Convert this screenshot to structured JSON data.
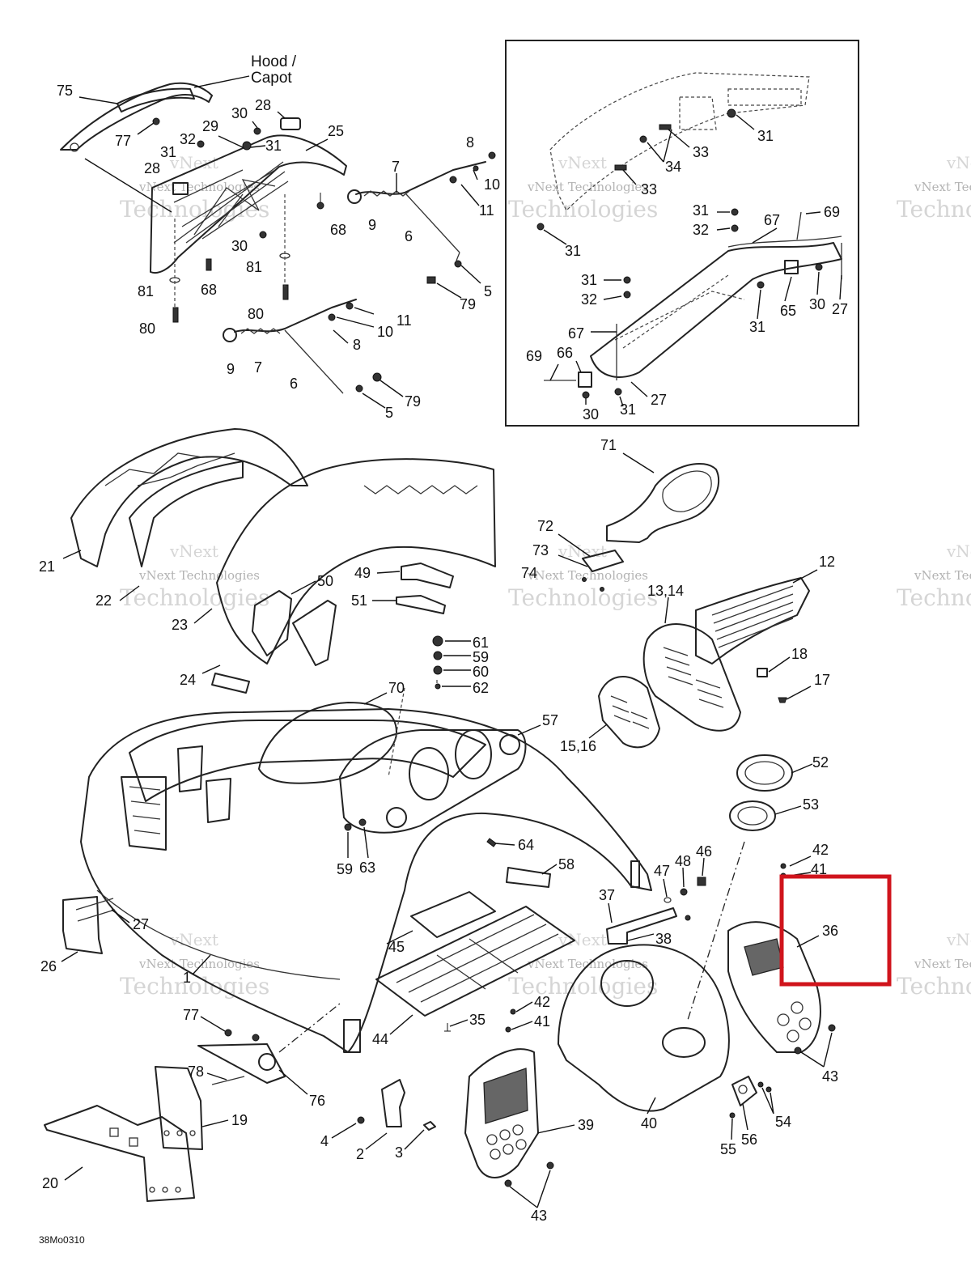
{
  "diagram": {
    "hood_label_line1": "Hood /",
    "hood_label_line2": "Capot",
    "drawing_code": "38Mo0310",
    "watermark_line1": "vNext",
    "watermark_line2": "vNext Technologies",
    "watermark_line3": "Technologies",
    "highlight_color": "#d0141c",
    "highlighted_part": "36",
    "callouts": [
      {
        "id": "c75",
        "text": "75"
      },
      {
        "id": "c77a",
        "text": "77"
      },
      {
        "id": "c30a",
        "text": "30"
      },
      {
        "id": "c28a",
        "text": "28"
      },
      {
        "id": "c32a",
        "text": "32"
      },
      {
        "id": "c29",
        "text": "29"
      },
      {
        "id": "c31a",
        "text": "31"
      },
      {
        "id": "c31b",
        "text": "31"
      },
      {
        "id": "c25",
        "text": "25"
      },
      {
        "id": "c28b",
        "text": "28"
      },
      {
        "id": "c68a",
        "text": "68"
      },
      {
        "id": "c30b",
        "text": "30"
      },
      {
        "id": "c81a",
        "text": "81"
      },
      {
        "id": "c81b",
        "text": "81"
      },
      {
        "id": "c68b",
        "text": "68"
      },
      {
        "id": "c80a",
        "text": "80"
      },
      {
        "id": "c80b",
        "text": "80"
      },
      {
        "id": "c7a",
        "text": "7"
      },
      {
        "id": "c9a",
        "text": "9"
      },
      {
        "id": "c6a",
        "text": "6"
      },
      {
        "id": "c8a",
        "text": "8"
      },
      {
        "id": "c10a",
        "text": "10"
      },
      {
        "id": "c11a",
        "text": "11"
      },
      {
        "id": "c5a",
        "text": "5"
      },
      {
        "id": "c79a",
        "text": "79"
      },
      {
        "id": "c11b",
        "text": "11"
      },
      {
        "id": "c10b",
        "text": "10"
      },
      {
        "id": "c8b",
        "text": "8"
      },
      {
        "id": "c9b",
        "text": "9"
      },
      {
        "id": "c7b",
        "text": "7"
      },
      {
        "id": "c6b",
        "text": "6"
      },
      {
        "id": "c79b",
        "text": "79"
      },
      {
        "id": "c5b",
        "text": "5"
      },
      {
        "id": "c31c",
        "text": "31"
      },
      {
        "id": "c33a",
        "text": "33"
      },
      {
        "id": "c34",
        "text": "34"
      },
      {
        "id": "c33b",
        "text": "33"
      },
      {
        "id": "c31d",
        "text": "31"
      },
      {
        "id": "c31e",
        "text": "31"
      },
      {
        "id": "c32b",
        "text": "32"
      },
      {
        "id": "c67a",
        "text": "67"
      },
      {
        "id": "c69a",
        "text": "69"
      },
      {
        "id": "c31f",
        "text": "31"
      },
      {
        "id": "c32c",
        "text": "32"
      },
      {
        "id": "c65",
        "text": "65"
      },
      {
        "id": "c30c",
        "text": "30"
      },
      {
        "id": "c27a",
        "text": "27"
      },
      {
        "id": "c31g",
        "text": "31"
      },
      {
        "id": "c67b",
        "text": "67"
      },
      {
        "id": "c69b",
        "text": "69"
      },
      {
        "id": "c66",
        "text": "66"
      },
      {
        "id": "c27b",
        "text": "27"
      },
      {
        "id": "c30d",
        "text": "30"
      },
      {
        "id": "c31h",
        "text": "31"
      },
      {
        "id": "c71",
        "text": "71"
      },
      {
        "id": "c72",
        "text": "72"
      },
      {
        "id": "c73",
        "text": "73"
      },
      {
        "id": "c74",
        "text": "74"
      },
      {
        "id": "c12",
        "text": "12"
      },
      {
        "id": "c1314",
        "text": "13,14"
      },
      {
        "id": "c18",
        "text": "18"
      },
      {
        "id": "c17",
        "text": "17"
      },
      {
        "id": "c1516",
        "text": "15,16"
      },
      {
        "id": "c21",
        "text": "21"
      },
      {
        "id": "c22",
        "text": "22"
      },
      {
        "id": "c23",
        "text": "23"
      },
      {
        "id": "c24",
        "text": "24"
      },
      {
        "id": "c50",
        "text": "50"
      },
      {
        "id": "c49",
        "text": "49"
      },
      {
        "id": "c51",
        "text": "51"
      },
      {
        "id": "c61",
        "text": "61"
      },
      {
        "id": "c59a",
        "text": "59"
      },
      {
        "id": "c60",
        "text": "60"
      },
      {
        "id": "c62",
        "text": "62"
      },
      {
        "id": "c70",
        "text": "70"
      },
      {
        "id": "c57",
        "text": "57"
      },
      {
        "id": "c52",
        "text": "52"
      },
      {
        "id": "c53",
        "text": "53"
      },
      {
        "id": "c64",
        "text": "64"
      },
      {
        "id": "c59b",
        "text": "59"
      },
      {
        "id": "c63",
        "text": "63"
      },
      {
        "id": "c58",
        "text": "58"
      },
      {
        "id": "c42a",
        "text": "42"
      },
      {
        "id": "c41a",
        "text": "41"
      },
      {
        "id": "c46",
        "text": "46"
      },
      {
        "id": "c48",
        "text": "48"
      },
      {
        "id": "c47",
        "text": "47"
      },
      {
        "id": "c37",
        "text": "37"
      },
      {
        "id": "c38",
        "text": "38"
      },
      {
        "id": "c36",
        "text": "36"
      },
      {
        "id": "c27c",
        "text": "27"
      },
      {
        "id": "c26",
        "text": "26"
      },
      {
        "id": "c45",
        "text": "45"
      },
      {
        "id": "c1",
        "text": "1"
      },
      {
        "id": "c44",
        "text": "44"
      },
      {
        "id": "c35",
        "text": "35"
      },
      {
        "id": "c42b",
        "text": "42"
      },
      {
        "id": "c41b",
        "text": "41"
      },
      {
        "id": "c43a",
        "text": "43"
      },
      {
        "id": "c77b",
        "text": "77"
      },
      {
        "id": "c78",
        "text": "78"
      },
      {
        "id": "c76",
        "text": "76"
      },
      {
        "id": "c19",
        "text": "19"
      },
      {
        "id": "c4",
        "text": "4"
      },
      {
        "id": "c2",
        "text": "2"
      },
      {
        "id": "c3",
        "text": "3"
      },
      {
        "id": "c39",
        "text": "39"
      },
      {
        "id": "c40",
        "text": "40"
      },
      {
        "id": "c54",
        "text": "54"
      },
      {
        "id": "c55",
        "text": "55"
      },
      {
        "id": "c56",
        "text": "56"
      },
      {
        "id": "c20",
        "text": "20"
      },
      {
        "id": "c43b",
        "text": "43"
      }
    ]
  }
}
